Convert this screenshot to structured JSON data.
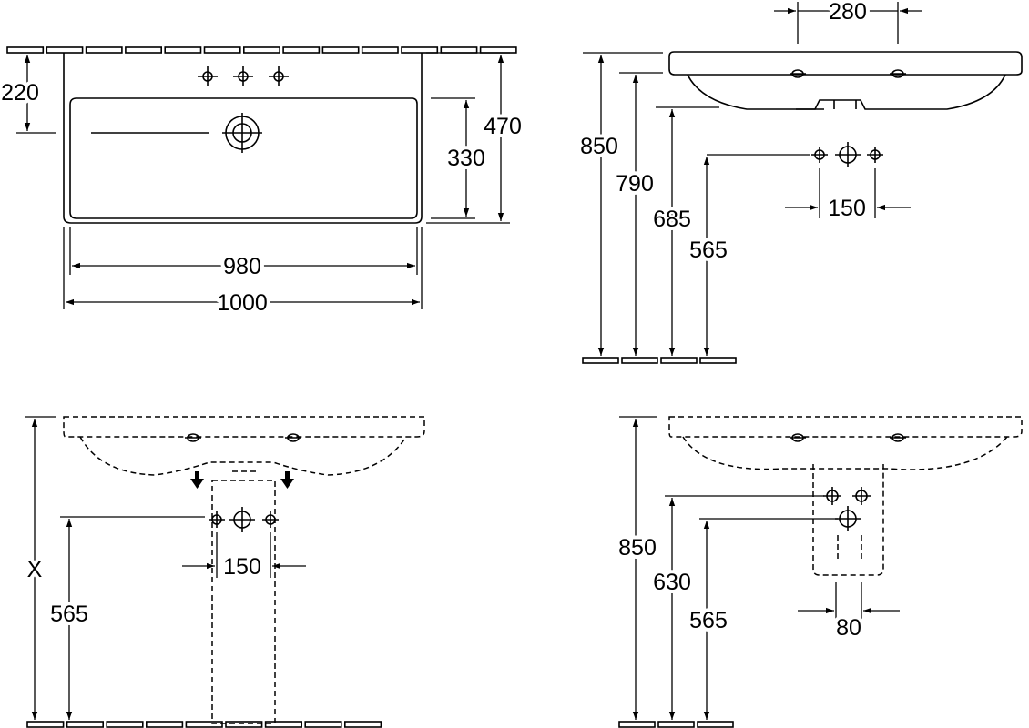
{
  "top_view": {
    "d220": "220",
    "d330": "330",
    "d470": "470",
    "d980": "980",
    "d1000": "1000"
  },
  "side_view": {
    "d280": "280",
    "d850": "850",
    "d790": "790",
    "d685": "685",
    "d565": "565",
    "d150": "150"
  },
  "pedestal_view": {
    "dX": "X",
    "d565": "565",
    "d150": "150"
  },
  "semi_pedestal_view": {
    "d850": "850",
    "d630": "630",
    "d565": "565",
    "d80": "80"
  }
}
